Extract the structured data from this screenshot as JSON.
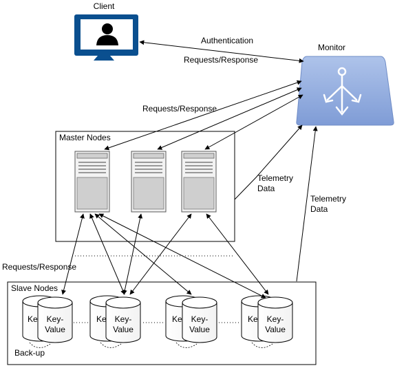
{
  "client": {
    "label": "Client",
    "icon": "monitor-user-icon"
  },
  "monitor": {
    "label": "Monitor",
    "icon": "monitor-distribution-icon",
    "color": "#8fa9dc"
  },
  "master_group": {
    "label": "Master Nodes",
    "server_icon": "server-icon"
  },
  "slave_group": {
    "label": "Slave Nodes",
    "db_icon": "database-cylinder-icon"
  },
  "labels": {
    "authentication": "Authentication",
    "req_resp_top": "Requests/Response",
    "req_resp_mid": "Requests/Response",
    "req_resp_left": "Requests/Response",
    "telemetry_master": [
      "Telemetry",
      "Data"
    ],
    "telemetry_slave": [
      "Telemetry",
      "Data"
    ],
    "kv_back": "Ke",
    "kv_front": [
      "Key-",
      "Value"
    ],
    "backup": "Back-up"
  }
}
